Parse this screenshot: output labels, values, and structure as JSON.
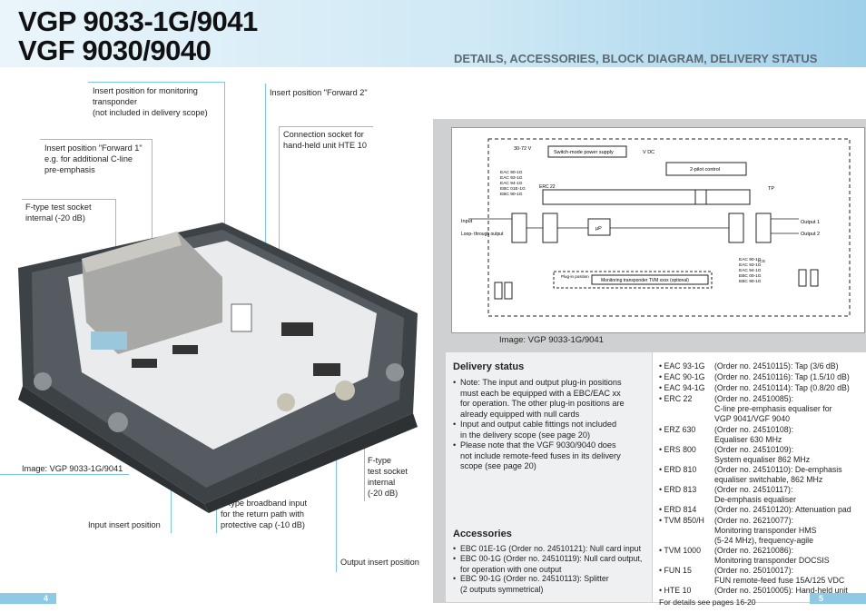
{
  "header": {
    "title_line1": "VGP 9033-1G/9041",
    "title_line2": "VGF 9030/9040",
    "subtitle": "DETAILS, ACCESSORIES, BLOCK DIAGRAM, DELIVERY STATUS"
  },
  "callouts": {
    "monitoring": "Insert position for monitoring transponder\n(not included in delivery scope)",
    "forward2": "Insert position \"Forward 2\"",
    "connection": "Connection socket for\nhand-held unit HTE 10",
    "forward1": "Insert position \"Forward 1\"\ne.g. for additional C-line\npre-emphasis",
    "ftype_left": "F-type test socket\ninternal (-20 dB)",
    "ftype_right": "F-type\ntest socket\ninternal\n(-20 dB)",
    "broadband": "F-type broadband input\nfor the return path with\nprotective cap (-10 dB)",
    "input_insert": "Input insert position",
    "output_insert": "Output insert position",
    "image_left": "Image: VGP 9033-1G/9041"
  },
  "diagram": {
    "caption": "Image: VGP 9033-1G/9041",
    "voltage": "30-72 V",
    "voltage_sub": "AC",
    "psu": "Switch-mode power supply",
    "vdc": "V DC",
    "pilot": "2-pilot control",
    "tp_right": "TP",
    "erc": "ERC 22",
    "input": "Input",
    "loop": "Loop-\nthrough\noutput",
    "uP": "µP",
    "output1": "Output 1",
    "output2": "Output 2",
    "monitoring_box": "Monitoring transponder TVM xxxx (optional)",
    "plugin_pos": "Plug-in\nposition",
    "left_list": [
      "EAC 90-1G",
      "EAC 93-1G",
      "EAC 94-1G",
      "EBC 01E-1G",
      "EBC 90-1G"
    ],
    "right_list": [
      "EAC 90-1G",
      "EAC 93-1G",
      "EAC 94-1G",
      "EBC 00-1G",
      "EBC 90-1G"
    ],
    "ics": "ICS"
  },
  "delivery": {
    "heading": "Delivery status",
    "items": [
      "Note: The input and output plug-in positions\nmust each be equipped with a EBC/EAC xx\nfor operation. The other plug-in positions are\nalready equipped with null cards",
      "Input and output cable fittings not included\nin the delivery scope (see page 20)",
      "Please note that the VGF 9030/9040 does\nnot include remote-feed fuses in its delivery\nscope (see page 20)"
    ]
  },
  "accessories": {
    "heading": "Accessories",
    "items": [
      "EBC 01E-1G (Order no. 24510121): Null card input",
      "EBC 00-1G (Order no. 24510119): Null card output,\nfor operation with one output",
      "EBC 90-1G (Order no. 24510113): Splitter\n(2 outputs symmetrical)"
    ]
  },
  "order_list": [
    {
      "code": "EAC 93-1G",
      "desc": "(Order no. 24510115): Tap (3/6 dB)"
    },
    {
      "code": "EAC 90-1G",
      "desc": "(Order no. 24510116): Tap (1.5/10 dB)"
    },
    {
      "code": "EAC 94-1G",
      "desc": "(Order no. 24510114): Tap (0.8/20 dB)"
    },
    {
      "code": "ERC 22",
      "desc": "(Order no. 24510085):\nC-line pre-emphasis equaliser for\nVGP 9041/VGF 9040"
    },
    {
      "code": "ERZ 630",
      "desc": "(Order no. 24510108):\nEqualiser 630 MHz"
    },
    {
      "code": "ERS 800",
      "desc": "(Order no. 24510109):\nSystem equaliser 862 MHz"
    },
    {
      "code": "ERD 810",
      "desc": "(Order no. 24510110): De-emphasis\nequaliser switchable, 862 MHz"
    },
    {
      "code": "ERD 813",
      "desc": "(Order no. 24510117):\nDe-emphasis equaliser"
    },
    {
      "code": "ERD 814",
      "desc": "(Order no. 24510120): Attenuation pad"
    },
    {
      "code": "TVM 850/H",
      "desc": "(Order no. 26210077):\nMonitoring transponder HMS\n(5-24 MHz), frequency-agile"
    },
    {
      "code": "TVM 1000",
      "desc": "(Order no. 26210086):\nMonitoring transponder DOCSIS"
    },
    {
      "code": "FUN 15",
      "desc": "(Order no. 25010017):\nFUN remote-feed fuse 15A/125 VDC"
    },
    {
      "code": "HTE 10",
      "desc": "(Order no. 25010005): Hand-held unit"
    }
  ],
  "footer": {
    "details": "For details see pages 16-20",
    "page_left": "4",
    "page_right": "5"
  },
  "colors": {
    "accent": "#8fcae5",
    "callout_line": "#7cc7e6",
    "panel": "#cfd0d1"
  }
}
